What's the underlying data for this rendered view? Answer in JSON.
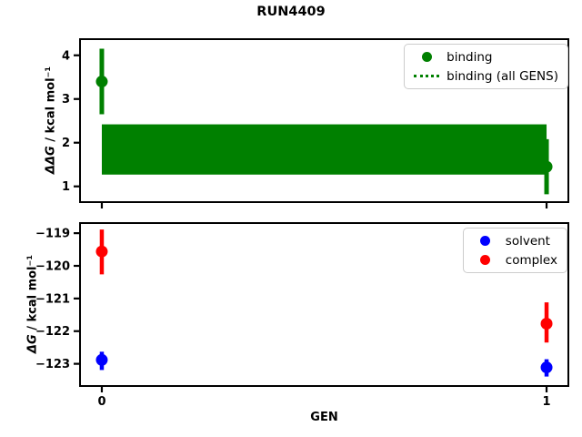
{
  "figure": {
    "title": "RUN4409",
    "background": "#ffffff",
    "text_color": "#000000"
  },
  "chart_data": [
    {
      "type": "scatter",
      "subplot": "top",
      "ylabel_var": "ΔΔG",
      "ylabel_rest": " / kcal mol⁻¹",
      "xlim": [
        -0.049,
        1.049
      ],
      "ylim": [
        0.64,
        4.37
      ],
      "ytick_vals": [
        4,
        3,
        2,
        1
      ],
      "ytick_labels": [
        "4",
        "3",
        "2",
        "1"
      ],
      "xtick_vals": [
        0,
        1
      ],
      "xtick_labels": [],
      "grid": false,
      "legend_position": "upper right",
      "band": {
        "name": "binding (all GENS)",
        "color": "#008000",
        "x_range": [
          0,
          1
        ],
        "y_lo": 1.27,
        "y_hi": 2.42
      },
      "series": [
        {
          "name": "binding",
          "color": "#008000",
          "marker": "circle",
          "points": [
            {
              "x": 0,
              "y": 3.4,
              "err_lo": 2.65,
              "err_hi": 4.15
            },
            {
              "x": 1,
              "y": 1.45,
              "err_lo": 0.82,
              "err_hi": 2.08
            }
          ]
        }
      ],
      "legend": [
        {
          "handle": "circle",
          "color": "#008000",
          "label": "binding"
        },
        {
          "handle": "dotted-line",
          "color": "#008000",
          "label": "binding (all GENS)"
        }
      ]
    },
    {
      "type": "scatter",
      "subplot": "bottom",
      "xlabel": "GEN",
      "ylabel_var": "ΔG",
      "ylabel_rest": " / kcal mol⁻¹",
      "xlim": [
        -0.049,
        1.049
      ],
      "ylim": [
        -123.68,
        -118.69
      ],
      "ytick_vals": [
        -119,
        -120,
        -121,
        -122,
        -123
      ],
      "ytick_labels": [
        "−119",
        "−120",
        "−121",
        "−122",
        "−123"
      ],
      "xtick_vals": [
        0,
        1
      ],
      "xtick_labels": [
        "0",
        "1"
      ],
      "grid": false,
      "legend_position": "upper right",
      "series": [
        {
          "name": "solvent",
          "color": "#0000ff",
          "marker": "circle",
          "points": [
            {
              "x": 0,
              "y": -122.88,
              "err_lo": -123.19,
              "err_hi": -122.63
            },
            {
              "x": 1,
              "y": -123.11,
              "err_lo": -123.39,
              "err_hi": -122.86
            }
          ]
        },
        {
          "name": "complex",
          "color": "#ff0000",
          "marker": "circle",
          "points": [
            {
              "x": 0,
              "y": -119.56,
              "err_lo": -120.26,
              "err_hi": -118.89
            },
            {
              "x": 1,
              "y": -121.77,
              "err_lo": -122.35,
              "err_hi": -121.12
            }
          ]
        }
      ],
      "legend": [
        {
          "handle": "circle",
          "color": "#0000ff",
          "label": "solvent"
        },
        {
          "handle": "circle",
          "color": "#ff0000",
          "label": "complex"
        }
      ]
    }
  ]
}
